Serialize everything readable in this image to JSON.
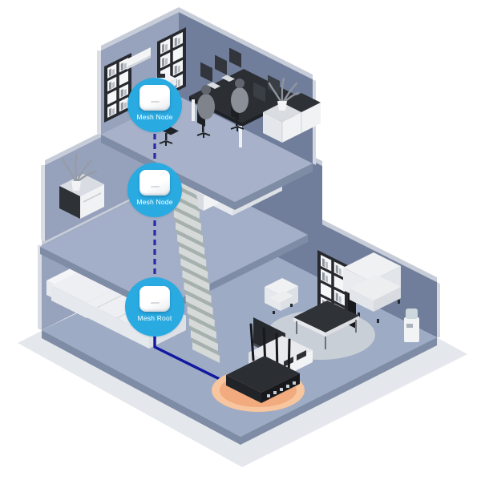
{
  "diagram": {
    "type": "isometric-home-mesh-network",
    "nodes": [
      {
        "id": "mesh-node-top",
        "label": "Mesh Node",
        "floor": "top-floor-office"
      },
      {
        "id": "mesh-node-middle",
        "label": "Mesh Node",
        "floor": "middle-floor-bedroom"
      },
      {
        "id": "mesh-root",
        "label": "Mesh Root",
        "floor": "ground-floor-living-room"
      }
    ],
    "links": [
      {
        "from": "mesh-node-top",
        "to": "mesh-node-middle",
        "style": "dashed"
      },
      {
        "from": "mesh-node-middle",
        "to": "mesh-root",
        "style": "dashed"
      },
      {
        "from": "mesh-root",
        "to": "wifi-router",
        "style": "solid"
      }
    ],
    "router": {
      "id": "wifi-router",
      "antennas": 4,
      "highlight": "orange-glow"
    },
    "floors": [
      {
        "name": "top-floor-office"
      },
      {
        "name": "middle-floor-bedroom"
      },
      {
        "name": "ground-floor-living-room"
      }
    ],
    "colors": {
      "node_circle": "#29abe2",
      "connection_dashed": "#2a2aa4",
      "connection_solid": "#0f1a9e",
      "router_glow": "#f1ab7e",
      "wall_dark": "#717e9b",
      "wall_light": "#97a2bc",
      "floor": "#9dabc5",
      "ground": "#e4e7ec"
    }
  }
}
